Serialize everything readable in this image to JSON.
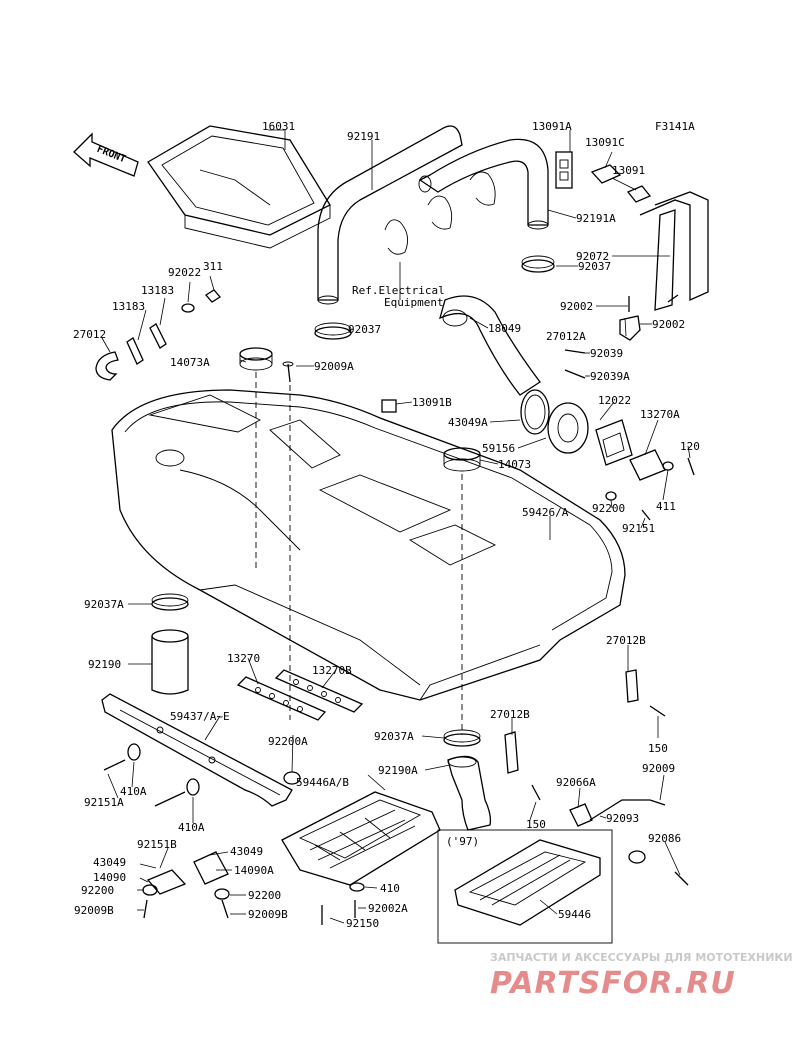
{
  "diagram_id": "F3141A",
  "front_label": "FRONT",
  "references": [
    "Ref.Electrical",
    "Equipment"
  ],
  "labels": [
    "16031",
    "92191",
    "13091A",
    "13091C",
    "13091",
    "92191A",
    "92072",
    "92037",
    "311",
    "92022",
    "13183",
    "13183",
    "27012",
    "92037",
    "92002",
    "92002",
    "18049",
    "27012A",
    "92039",
    "14073A",
    "92009A",
    "92039A",
    "13091B",
    "43049A",
    "12022",
    "13270A",
    "59156",
    "14073",
    "120",
    "411",
    "59426/A",
    "92200",
    "92151",
    "92037A",
    "92190",
    "13270",
    "13270B",
    "27012B",
    "59437/A~E",
    "92200A",
    "92037A",
    "27012B",
    "150",
    "92190A",
    "59446A/B",
    "92009",
    "92066A",
    "410A",
    "92151A",
    "410A",
    "150",
    "92093",
    "92086",
    "92151B",
    "43049",
    "43049",
    "14090A",
    "14090",
    "92200",
    "92200",
    "410",
    "92009B",
    "92009B",
    "92002A",
    "92150",
    "('97)",
    "59446"
  ],
  "watermark": {
    "tagline": "ЗАПЧАСТИ И АКСЕССУАРЫ ДЛЯ МОТОТЕХНИКИ",
    "logo": "PARTSFOR.RU"
  }
}
